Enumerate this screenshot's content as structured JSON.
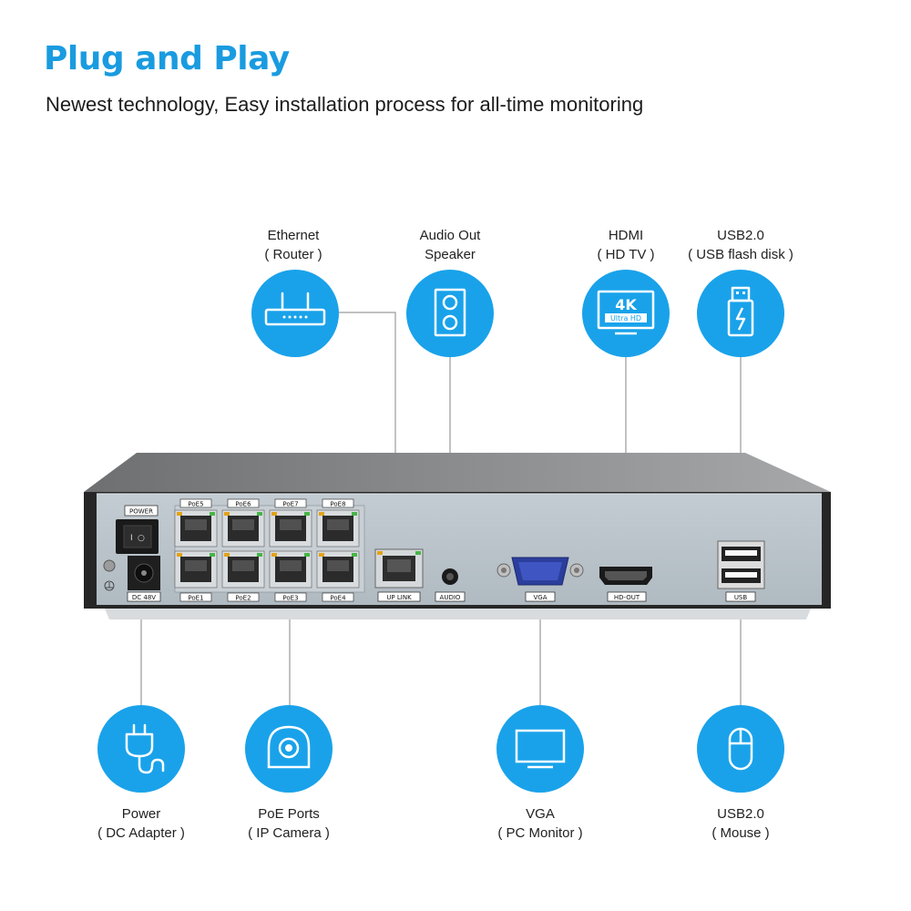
{
  "header": {
    "title": "Plug and Play",
    "subtitle": "Newest technology, Easy installation process for all-time monitoring"
  },
  "top_connections": [
    {
      "line1": "Ethernet",
      "line2": "( Router )",
      "icon": "router-icon"
    },
    {
      "line1": "Audio Out",
      "line2": "Speaker",
      "icon": "speaker-icon"
    },
    {
      "line1": "HDMI",
      "line2": "( HD TV )",
      "icon": "hd-tv-icon"
    },
    {
      "line1": "USB2.0",
      "line2": "( USB flash disk )",
      "icon": "usb-flash-icon"
    }
  ],
  "bottom_connections": [
    {
      "line1": "Power",
      "line2": "( DC Adapter )",
      "icon": "power-plug-icon"
    },
    {
      "line1": "PoE Ports",
      "line2": "( IP Camera )",
      "icon": "ip-camera-icon"
    },
    {
      "line1": "VGA",
      "line2": "( PC Monitor )",
      "icon": "monitor-icon"
    },
    {
      "line1": "USB2.0",
      "line2": "( Mouse )",
      "icon": "mouse-icon"
    }
  ],
  "hdtv_badge": {
    "main": "4K",
    "sub": "Ultra HD"
  },
  "device_labels": {
    "power": "POWER",
    "dc": "DC 48V",
    "poe_top": [
      "PoE5",
      "PoE6",
      "PoE7",
      "PoE8"
    ],
    "poe_bottom": [
      "PoE1",
      "PoE2",
      "PoE3",
      "PoE4"
    ],
    "uplink": "UP LINK",
    "audio": "AUDIO",
    "vga": "VGA",
    "hdout": "HD-OUT",
    "usb": "USB"
  },
  "colors": {
    "accent": "#1a9be0",
    "bubble": "#19a2ea",
    "panel": "#b9c3ca",
    "chassis": "#2a2a2a"
  }
}
